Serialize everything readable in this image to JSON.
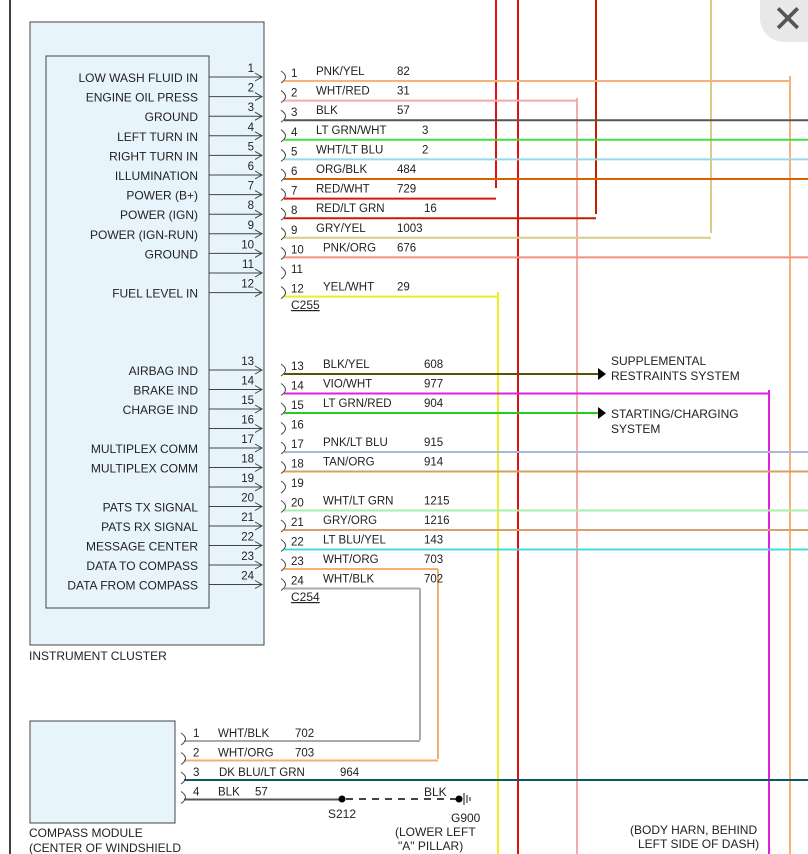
{
  "colors": {
    "PNK/YEL": "#f5b27a",
    "WHT/RED": "#f2aaaa",
    "BLK": "#555555",
    "LT GRN/WHT": "#44dd44",
    "WHT/LT BLU": "#9ad8ee",
    "ORG/BLK": "#d86000",
    "RED/WHT": "#e01010",
    "RED/LT GRN": "#c02000",
    "GRY/YEL": "#d8cc88",
    "PNK/ORG": "#f49080",
    "YEL/WHT": "#eeee22",
    "BLK/YEL": "#555500",
    "VIO/WHT": "#dd22dd",
    "LT GRN/RED": "#22cc22",
    "PNK/LT BLU": "#a8b8dd",
    "TAN/ORG": "#d8a060",
    "WHT/LT GRN": "#aaeeaa",
    "GRY/ORG": "#d8a070",
    "LT BLU/YEL": "#44dddd",
    "WHT/ORG": "#f0b070",
    "WHT/BLK": "#aaaaaa",
    "DK BLU/LT GRN": "#0a5a66"
  },
  "ui": {
    "close_icon": "✕"
  },
  "cluster": {
    "title": "INSTRUMENT CLUSTER",
    "labels": [
      {
        "pin": 1,
        "text": "LOW WASH FLUID IN"
      },
      {
        "pin": 2,
        "text": "ENGINE OIL PRESS"
      },
      {
        "pin": 3,
        "text": "GROUND"
      },
      {
        "pin": 4,
        "text": "LEFT TURN IN"
      },
      {
        "pin": 5,
        "text": "RIGHT TURN IN"
      },
      {
        "pin": 6,
        "text": "ILLUMINATION"
      },
      {
        "pin": 7,
        "text": "POWER (B+)"
      },
      {
        "pin": 8,
        "text": "POWER (IGN)"
      },
      {
        "pin": 9,
        "text": "POWER (IGN-RUN)"
      },
      {
        "pin": 10,
        "text": "GROUND"
      },
      {
        "pin": 12,
        "text": "FUEL LEVEL IN"
      },
      {
        "pin": 13,
        "text": "AIRBAG IND"
      },
      {
        "pin": 14,
        "text": "BRAKE IND"
      },
      {
        "pin": 15,
        "text": "CHARGE IND"
      },
      {
        "pin": 17,
        "text": "MULTIPLEX COMM"
      },
      {
        "pin": 18,
        "text": "MULTIPLEX COMM"
      },
      {
        "pin": 20,
        "text": "PATS TX SIGNAL"
      },
      {
        "pin": 21,
        "text": "PATS RX SIGNAL"
      },
      {
        "pin": 22,
        "text": "MESSAGE CENTER"
      },
      {
        "pin": 23,
        "text": "DATA TO COMPASS"
      },
      {
        "pin": 24,
        "text": "DATA FROM COMPASS"
      }
    ]
  },
  "connectors": [
    {
      "name": "C255",
      "pins": [
        {
          "pin": "1",
          "color": "PNK/YEL",
          "circuit": "82"
        },
        {
          "pin": "2",
          "color": "WHT/RED",
          "circuit": "31"
        },
        {
          "pin": "3",
          "color": "BLK",
          "circuit": "57"
        },
        {
          "pin": "4",
          "color": "LT GRN/WHT",
          "circuit": "3"
        },
        {
          "pin": "5",
          "color": "WHT/LT BLU",
          "circuit": "2"
        },
        {
          "pin": "6",
          "color": "ORG/BLK",
          "circuit": "484"
        },
        {
          "pin": "7",
          "color": "RED/WHT",
          "circuit": "729"
        },
        {
          "pin": "8",
          "color": "RED/LT GRN",
          "circuit": "16"
        },
        {
          "pin": "9",
          "color": "GRY/YEL",
          "circuit": "1003"
        },
        {
          "pin": "10",
          "color": "PNK/ORG",
          "circuit": "676"
        },
        {
          "pin": "11",
          "color": "",
          "circuit": ""
        },
        {
          "pin": "12",
          "color": "YEL/WHT",
          "circuit": "29"
        }
      ]
    },
    {
      "name": "C254",
      "pins": [
        {
          "pin": "13",
          "color": "BLK/YEL",
          "circuit": "608"
        },
        {
          "pin": "14",
          "color": "VIO/WHT",
          "circuit": "977"
        },
        {
          "pin": "15",
          "color": "LT GRN/RED",
          "circuit": "904"
        },
        {
          "pin": "16",
          "color": "",
          "circuit": ""
        },
        {
          "pin": "17",
          "color": "PNK/LT BLU",
          "circuit": "915"
        },
        {
          "pin": "18",
          "color": "TAN/ORG",
          "circuit": "914"
        },
        {
          "pin": "19",
          "color": "",
          "circuit": ""
        },
        {
          "pin": "20",
          "color": "WHT/LT GRN",
          "circuit": "1215"
        },
        {
          "pin": "21",
          "color": "GRY/ORG",
          "circuit": "1216"
        },
        {
          "pin": "22",
          "color": "LT BLU/YEL",
          "circuit": "143"
        },
        {
          "pin": "23",
          "color": "WHT/ORG",
          "circuit": "703"
        },
        {
          "pin": "24",
          "color": "WHT/BLK",
          "circuit": "702"
        }
      ]
    }
  ],
  "compass": {
    "title_line1": "COMPASS MODULE",
    "title_line2": "(CENTER OF WINDSHIELD",
    "pins": [
      {
        "pin": "1",
        "color": "WHT/BLK",
        "circuit": "702"
      },
      {
        "pin": "2",
        "color": "WHT/ORG",
        "circuit": "703"
      },
      {
        "pin": "3",
        "color": "DK BLU/LT GRN",
        "circuit": "964"
      },
      {
        "pin": "4",
        "color": "BLK",
        "circuit": "57"
      }
    ]
  },
  "systems": [
    {
      "line1": "SUPPLEMENTAL",
      "line2": "RESTRAINTS SYSTEM"
    },
    {
      "line1": "STARTING/CHARGING",
      "line2": "SYSTEM"
    }
  ],
  "ground": {
    "splice": "S212",
    "wire_color": "BLK",
    "id": "G900",
    "loc_line1": "(LOWER LEFT",
    "loc_line2": "\"A\" PILLAR)"
  },
  "harness_note": {
    "line1": "(BODY HARN, BEHIND",
    "line2": "LEFT SIDE OF DASH)"
  }
}
